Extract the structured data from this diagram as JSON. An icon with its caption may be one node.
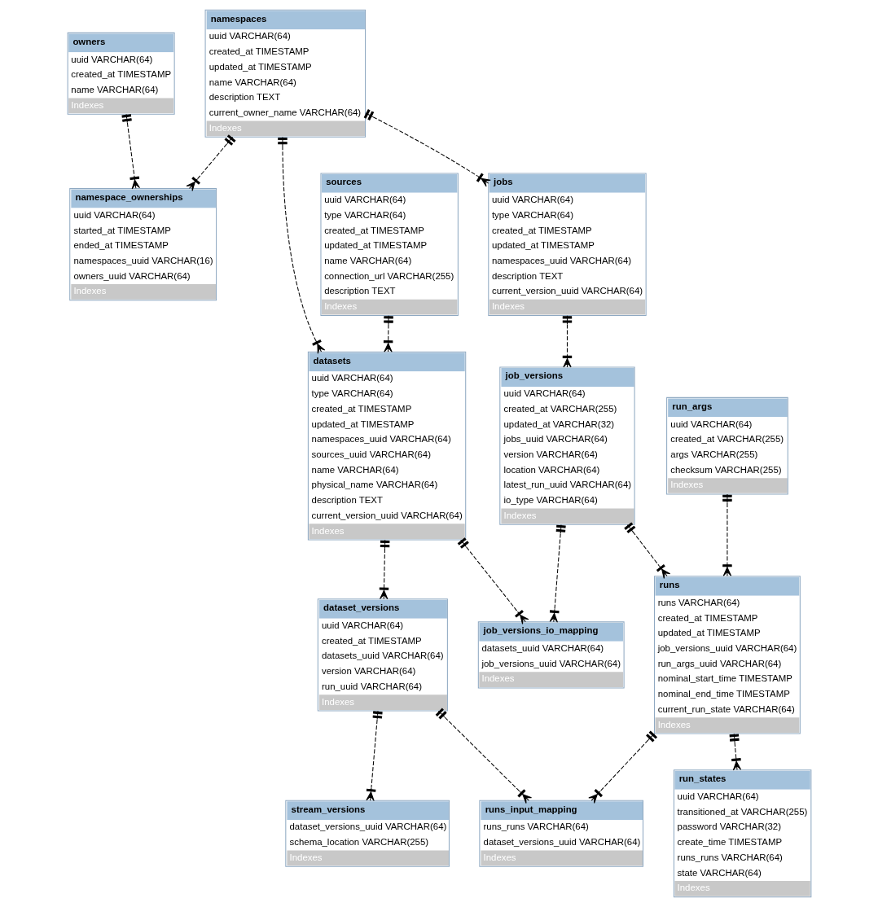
{
  "diagram": {
    "nodes": [
      {
        "text": [
          "namespace_ownerships",
          "uuid VARCHAR(64)",
          "started_at TIMESTAMP",
          "ended_at TIMESTAMP",
          "namespaces_uuid VARCHAR(16)",
          "owners_uuid VARCHAR(64)",
          "Indexes"
        ]
      },
      {
        "text": [
          "owners",
          "uuid VARCHAR(64)",
          "created_at TIMESTAMP",
          "name VARCHAR(64)",
          "Indexes"
        ]
      },
      {
        "text": [
          "datasets",
          "uuid VARCHAR(64)",
          "type VARCHAR(64)",
          "created_at TIMESTAMP",
          "updated_at TIMESTAMP",
          "namespaces_uuid VARCHAR(64)",
          "sources_uuid VARCHAR(64)",
          "name VARCHAR(64)",
          "physical_name VARCHAR(64)",
          "description TEXT",
          "current_version_uuid VARCHAR(64)",
          "Indexes"
        ]
      },
      {
        "text": [
          "sources",
          "uuid VARCHAR(64)",
          "type VARCHAR(64)",
          "created_at TIMESTAMP",
          "updated_at TIMESTAMP",
          "name VARCHAR(64)",
          "connection_url VARCHAR(255)",
          "description TEXT",
          "Indexes"
        ]
      },
      {
        "text": [
          "namespaces",
          "uuid VARCHAR(64)",
          "created_at TIMESTAMP",
          "updated_at TIMESTAMP",
          "name VARCHAR(64)",
          "description TEXT",
          "current_owner_name VARCHAR(64)",
          "Indexes"
        ]
      },
      {
        "text": [
          "dataset_versions",
          "uuid VARCHAR(64)",
          "created_at TIMESTAMP",
          "datasets_uuid VARCHAR(64)",
          "version VARCHAR(64)",
          "run_uuid VARCHAR(64)",
          "Indexes"
        ]
      },
      {
        "text": [
          "stream_versions",
          "dataset_versions_uuid VARCHAR(64)",
          "schema_location VARCHAR(255)",
          "Indexes"
        ]
      },
      {
        "text": [
          "job_versions_io_mapping",
          "datasets_uuid VARCHAR(64)",
          "job_versions_uuid VARCHAR(64)",
          "Indexes"
        ]
      },
      {
        "text": [
          "runs_input_mapping",
          "runs_runs VARCHAR(64)",
          "dataset_versions_uuid VARCHAR(64)",
          "Indexes"
        ]
      },
      {
        "text": [
          "jobs",
          "uuid VARCHAR(64)",
          "type VARCHAR(64)",
          "created_at TIMESTAMP",
          "updated_at TIMESTAMP",
          "namespaces_uuid VARCHAR(64)",
          "description TEXT",
          "current_version_uuid VARCHAR(64)",
          "Indexes"
        ]
      },
      {
        "text": [
          "job_versions",
          "uuid VARCHAR(64)",
          "created_at VARCHAR(255)",
          "updated_at VARCHAR(32)",
          "jobs_uuid VARCHAR(64)",
          "version VARCHAR(64)",
          "location VARCHAR(64)",
          "latest_run_uuid VARCHAR(64)",
          "io_type VARCHAR(64)",
          "Indexes"
        ]
      },
      {
        "text": [
          "runs",
          "runs VARCHAR(64)",
          "created_at TIMESTAMP",
          "updated_at TIMESTAMP",
          "job_versions_uuid VARCHAR(64)",
          "run_args_uuid VARCHAR(64)",
          "nominal_start_time TIMESTAMP",
          "nominal_end_time TIMESTAMP",
          "current_run_state VARCHAR(64)",
          "Indexes"
        ]
      },
      {
        "text": [
          "run_args",
          "uuid VARCHAR(64)",
          "created_at VARCHAR(255)",
          "args VARCHAR(255)",
          "checksum VARCHAR(255)",
          "Indexes"
        ]
      },
      {
        "text": [
          "run_states",
          "uuid VARCHAR(64)",
          "transitioned_at VARCHAR(255)",
          "password VARCHAR(32)",
          "create_time TIMESTAMP",
          "runs_runs VARCHAR(64)",
          "state VARCHAR(64)",
          "Indexes"
        ]
      }
    ],
    "edges": [
      {
        "from": 4,
        "to": 0,
        "arrow": "other",
        "style": "dashed"
      },
      {
        "from": 1,
        "to": 0,
        "arrow": "other",
        "style": "dashed"
      },
      {
        "from": 4,
        "to": 2,
        "arrow": "other",
        "style": "dashed"
      },
      {
        "from": 3,
        "to": 2,
        "arrow": "other",
        "style": "dashed"
      },
      {
        "from": 2,
        "to": 5,
        "arrow": "other",
        "style": "dashed"
      },
      {
        "from": 5,
        "to": 6,
        "arrow": "other",
        "style": "dashed"
      },
      {
        "from": 4,
        "to": 9,
        "arrow": "other",
        "style": "dashed"
      },
      {
        "from": 2,
        "to": 7,
        "arrow": "other",
        "style": "dashed"
      },
      {
        "from": 10,
        "to": 7,
        "arrow": "other",
        "style": "dashed"
      },
      {
        "from": 5,
        "to": 8,
        "arrow": "other",
        "style": "dashed"
      },
      {
        "from": 11,
        "to": 8,
        "arrow": "other",
        "style": "dashed"
      },
      {
        "from": 9,
        "to": 10,
        "arrow": "other",
        "style": "dashed"
      },
      {
        "from": 10,
        "to": 11,
        "arrow": "other",
        "style": "dashed"
      },
      {
        "from": 12,
        "to": 11,
        "arrow": "other",
        "style": "dashed"
      },
      {
        "from": 11,
        "to": 13,
        "arrow": "other",
        "style": "dashed"
      }
    ]
  }
}
